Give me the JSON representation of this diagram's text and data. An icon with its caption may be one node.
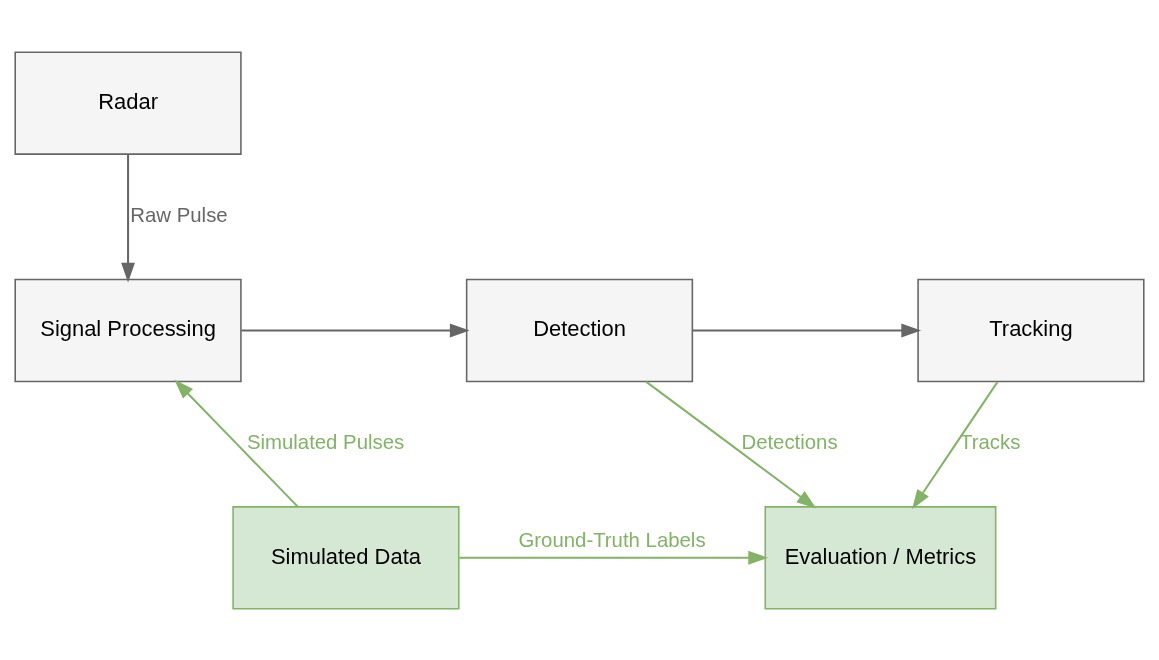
{
  "diagram": {
    "nodes": [
      {
        "text": [
          "Radar"
        ]
      },
      {
        "text": [
          "Signal Processing"
        ]
      },
      {
        "text": [
          "Detection"
        ]
      },
      {
        "text": [
          "Tracking"
        ]
      },
      {
        "text": [
          "Simulated Data"
        ]
      },
      {
        "text": [
          "Evaluation / Metrics"
        ]
      }
    ],
    "edges": [
      {
        "from": 0,
        "to": 1,
        "arrow": "to",
        "label": "Raw Pulse",
        "color": "#666666"
      },
      {
        "from": 1,
        "to": 2,
        "arrow": "to",
        "color": "#666666"
      },
      {
        "from": 2,
        "to": 3,
        "arrow": "to",
        "color": "#666666"
      },
      {
        "from": 4,
        "to": 1,
        "arrow": "to",
        "label": "Simulated Pulses"
      },
      {
        "from": 2,
        "to": 5,
        "arrow": "to",
        "label": "Detections"
      },
      {
        "from": 3,
        "to": 5,
        "arrow": "to",
        "label": "Tracks"
      },
      {
        "from": 4,
        "to": 5,
        "arrow": "to",
        "label": "Ground-Truth Labels"
      }
    ]
  }
}
